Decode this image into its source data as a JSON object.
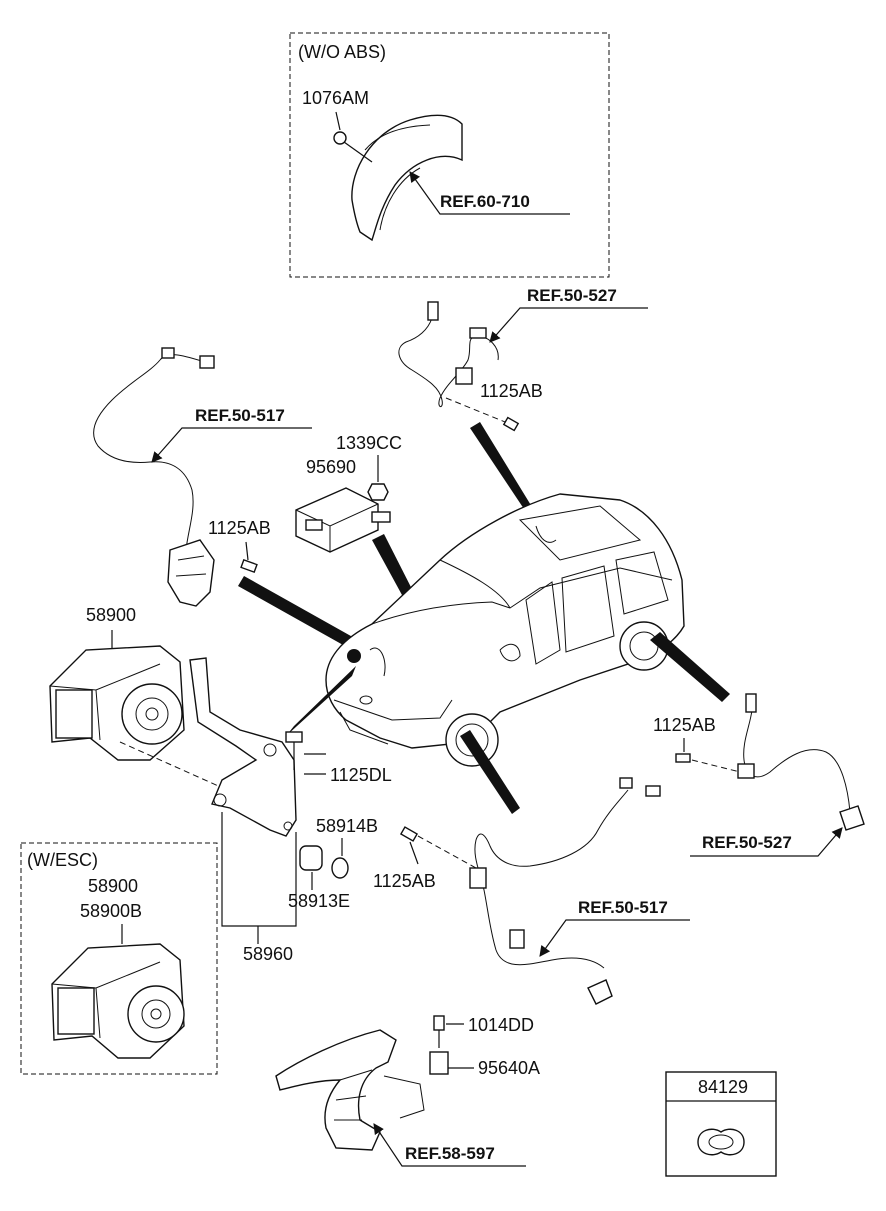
{
  "boxes": {
    "wo_abs_label": "(W/O ABS)",
    "w_esc_label": "(W/ESC)"
  },
  "labels": {
    "p1076AM": "1076AM",
    "ref60_710": "REF.60-710",
    "ref50_527_top": "REF.50-527",
    "p1125AB_top": "1125AB",
    "ref50_517_left": "REF.50-517",
    "p1339CC": "1339CC",
    "p95690": "95690",
    "p1125AB_left": "1125AB",
    "p58900": "58900",
    "p1125DL": "1125DL",
    "p58914B": "58914B",
    "p1125AB_mid": "1125AB",
    "p58913E": "58913E",
    "p58960": "58960",
    "p1125AB_right": "1125AB",
    "ref50_527_right": "REF.50-527",
    "ref50_517_right": "REF.50-517",
    "esc_58900": "58900",
    "esc_58900B": "58900B",
    "p1014DD": "1014DD",
    "p95640A": "95640A",
    "ref58_597": "REF.58-597",
    "p84129": "84129"
  }
}
